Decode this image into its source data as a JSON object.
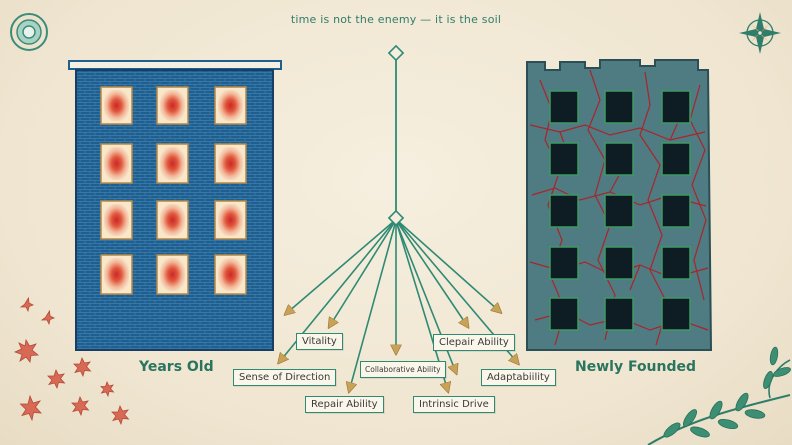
{
  "tagline": "time is not the enemy — it is the soil",
  "left_building": {
    "caption": "Years Old"
  },
  "right_building": {
    "caption": "Newly Founded"
  },
  "labels": {
    "vitality": "Vitality",
    "sense_of_direction": "Sense of Direction",
    "repair_ability": "Repair Ability",
    "collaborative_ability": "Collaborative Ability",
    "clepair_ability": "Clepair Ability",
    "intrinsic_drive": "Intrinsic Drive",
    "adaptability": "Adaptabiility"
  },
  "icons": [
    "target-icon",
    "compass-rose-icon",
    "star-flower-icon",
    "leaf-branch-icon"
  ],
  "colors": {
    "paper": "#f1e9d7",
    "brick_blue": "#1f5f8f",
    "window_glow": "#e0553a",
    "ruin_slate": "#4f7b82",
    "crack_red": "#a8262a",
    "teal_line": "#2f8a74",
    "arrow_gold": "#c9a257",
    "star_coral": "#d86a55"
  }
}
